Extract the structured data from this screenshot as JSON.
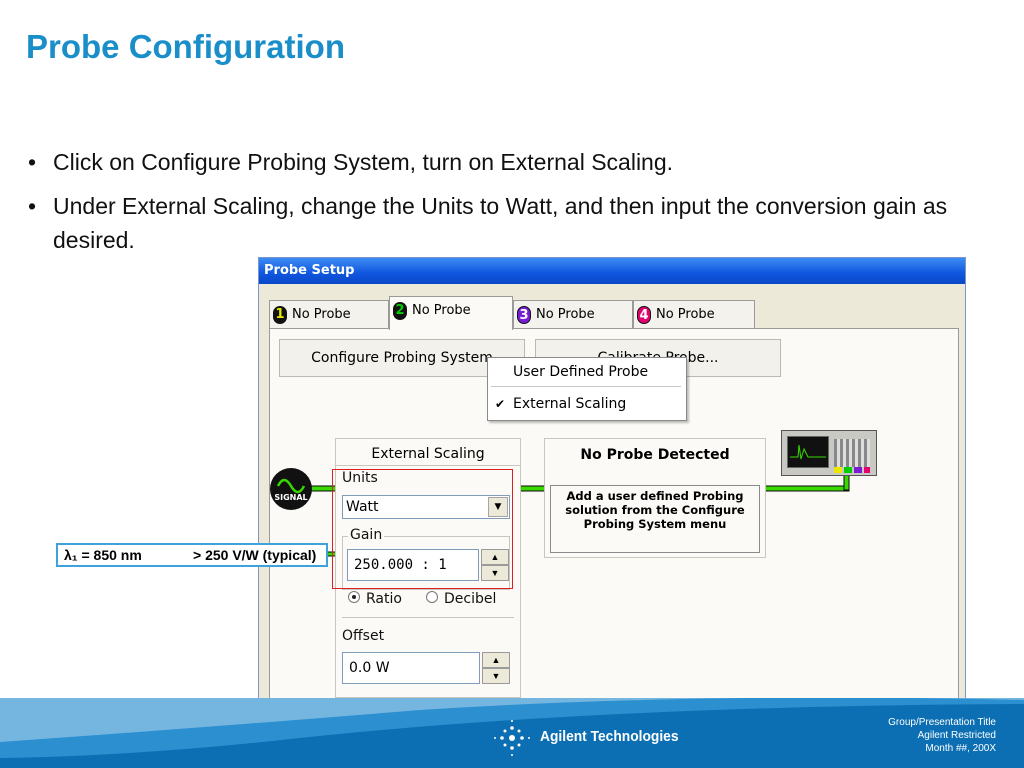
{
  "slide": {
    "title": "Probe Configuration",
    "bullets": [
      "Click on Configure Probing System, turn on External Scaling.",
      "Under External Scaling, change the Units to Watt, and then input the conversion gain as desired."
    ],
    "callout": {
      "wavelength": "λ₁ = 850 nm",
      "gain": "> 250 V/W (typical)"
    }
  },
  "dialog": {
    "title": "Probe Setup",
    "tabs": [
      {
        "number": "1",
        "label": "No Probe",
        "color": "#e8e800",
        "text_color": "#000000"
      },
      {
        "number": "2",
        "label": "No Probe",
        "color": "#00cc00",
        "text_color": "#000000",
        "active": true
      },
      {
        "number": "3",
        "label": "No Probe",
        "color": "#7a1bd6",
        "text_color": "#ffffff"
      },
      {
        "number": "4",
        "label": "No Probe",
        "color": "#e3006f",
        "text_color": "#ffffff"
      }
    ],
    "configure_button": "Configure Probing System",
    "calibrate_button": "Calibrate Probe...",
    "menu": {
      "items": [
        {
          "label": "User Defined Probe",
          "checked": false
        },
        {
          "label": "External Scaling",
          "checked": true
        }
      ],
      "check_glyph": "✔"
    },
    "external_scaling": {
      "title": "External Scaling",
      "units_label": "Units",
      "units_value": "Watt",
      "gain_label": "Gain",
      "gain_value": "250.000 : 1",
      "ratio_label": "Ratio",
      "decibel_label": "Decibel",
      "selected_mode": "Ratio",
      "offset_label": "Offset",
      "offset_value": "0.0 W"
    },
    "probe_status": {
      "title": "No Probe Detected",
      "message": "Add a user defined Probing solution from the Configure Probing System menu"
    },
    "signal_icon_text": "SIGNAL"
  },
  "footer": {
    "brand": "Agilent Technologies",
    "lines": [
      "Group/Presentation Title",
      "Agilent Restricted",
      "Month ##, 200X"
    ]
  },
  "colors": {
    "title": "#1a8ec8",
    "footer": "#0d6fb3",
    "highlight": "#e02020",
    "connector": "#39d800"
  }
}
